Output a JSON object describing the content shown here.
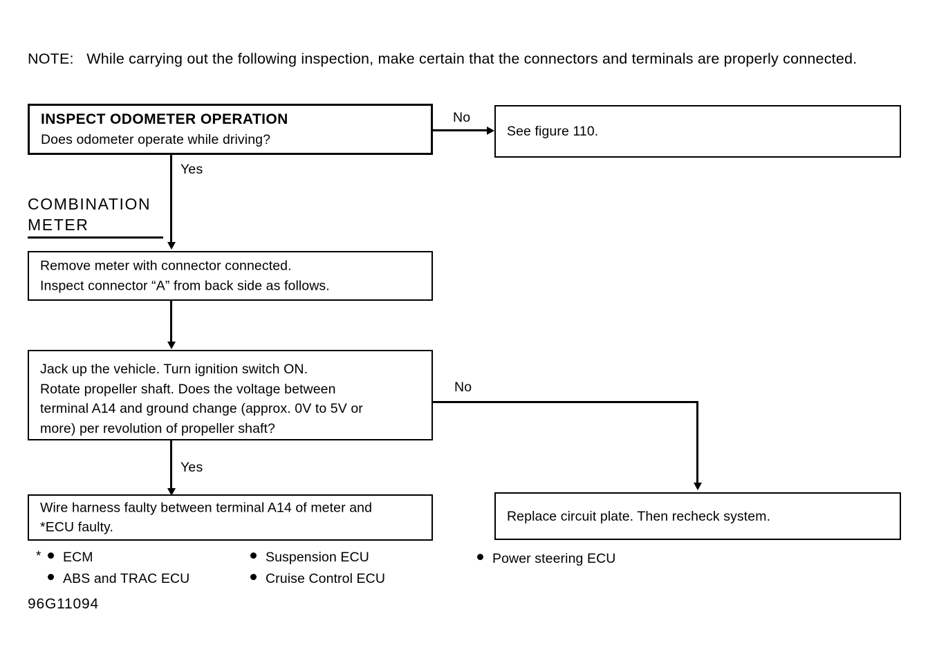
{
  "document": {
    "note": {
      "label": "NOTE:",
      "text": "NOTE:   While carrying out the following inspection, make certain that the connectors and terminals are properly connected."
    },
    "figure_id": "96G11094",
    "section_heading": {
      "line1": "COMBINATION",
      "line2": "METER"
    }
  },
  "flowchart": {
    "type": "flowchart",
    "nodes": [
      {
        "id": "inspect-odometer",
        "title": "INSPECT ODOMETER OPERATION",
        "question": "Does odometer operate while driving?"
      },
      {
        "id": "see-figure-110",
        "text": "See figure 110."
      },
      {
        "id": "remove-meter",
        "line1": "Remove meter with connector connected.",
        "line2": "Inspect connector “A” from back side as follows."
      },
      {
        "id": "jack-up-vehicle",
        "line1": "Jack up the vehicle. Turn ignition switch ON.",
        "line2": "Rotate propeller shaft. Does the voltage between",
        "line3": "terminal A14 and ground change (approx. 0V to 5V or",
        "line4": "more) per revolution of propeller shaft?"
      },
      {
        "id": "wire-harness-faulty",
        "line1": "Wire harness faulty between terminal A14 of meter and",
        "line2": "*ECU faulty."
      },
      {
        "id": "replace-circuit-plate",
        "text": "Replace circuit plate. Then recheck system."
      }
    ],
    "edges": [
      {
        "id": "odometer-no",
        "label": "No",
        "from": "inspect-odometer",
        "to": "see-figure-110"
      },
      {
        "id": "odometer-yes",
        "label": "Yes",
        "from": "inspect-odometer",
        "to": "remove-meter"
      },
      {
        "id": "remove-to-jack",
        "label": "",
        "from": "remove-meter",
        "to": "jack-up-vehicle"
      },
      {
        "id": "jack-no",
        "label": "No",
        "from": "jack-up-vehicle",
        "to": "replace-circuit-plate"
      },
      {
        "id": "jack-yes",
        "label": "Yes",
        "from": "jack-up-vehicle",
        "to": "wire-harness-faulty"
      }
    ]
  },
  "ecu_legend": {
    "asterisk": "*",
    "left_column": [
      "ECM",
      "ABS and TRAC ECU"
    ],
    "middle_column": [
      "Suspension ECU",
      "Cruise Control ECU"
    ],
    "right_column": [
      "Power steering ECU"
    ]
  }
}
